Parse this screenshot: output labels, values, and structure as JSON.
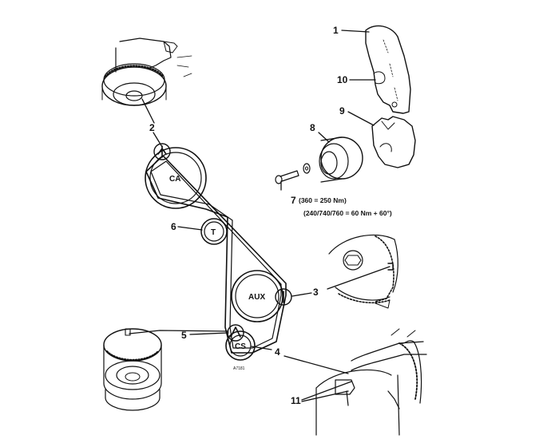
{
  "callouts": {
    "c1": "1",
    "c2": "2",
    "c3": "3",
    "c4": "4",
    "c5": "5",
    "c6": "6",
    "c7": "7",
    "c8": "8",
    "c9": "9",
    "c10": "10",
    "c11": "11"
  },
  "pulleys": {
    "camshaft": "CA",
    "tensioner": "T",
    "auxiliary": "AUX",
    "crankshaft": "CS"
  },
  "torque_specs": {
    "line1": "(360 = 250 Nm)",
    "line2": "(240/740/760 = 60 Nm + 60°)"
  },
  "small_print": "A7181"
}
